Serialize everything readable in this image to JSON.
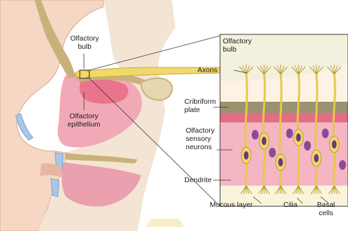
{
  "labels": {
    "bulb_left": "Olfactory\nbulb",
    "epithelium": "Olfactory\nepithelium",
    "bulb_right": "Olfactory\nbulb",
    "axons": "Axons",
    "cribriform": "Cribriform\nplate",
    "sensory_neurons": "Olfactory\nsensory\nneurons",
    "dendrite": "Dendrite",
    "mucous_layer": "Mucous layer",
    "cilia": "Cilia",
    "basal_cells": "Basal\ncells"
  },
  "colors": {
    "skin": "#f6d7c4",
    "skin_outline": "#d9a78a",
    "nasal_pink": "#f2a9b7",
    "epithelium_pink": "#e5687f",
    "bone": "#c9b27a",
    "bulb_yellow": "#f0d86a",
    "mucus": "#fbf4dc",
    "neuron": "#e8c74a",
    "nucleus": "#6b3a7a",
    "blue_bone": "#a9c6e6"
  }
}
